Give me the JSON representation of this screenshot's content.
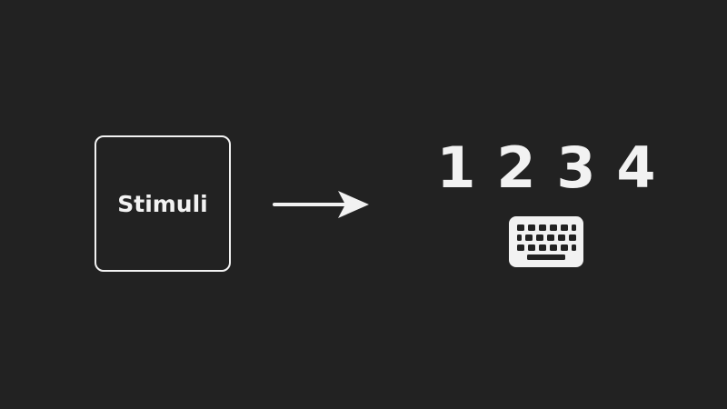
{
  "stimuli": {
    "label": "Stimuli"
  },
  "arrow": {
    "icon": "right-arrow-icon"
  },
  "responses": {
    "numbers": [
      "1",
      "2",
      "3",
      "4"
    ],
    "icon": "keyboard-icon"
  },
  "colors": {
    "background": "#222222",
    "foreground": "#f2f2f2"
  }
}
